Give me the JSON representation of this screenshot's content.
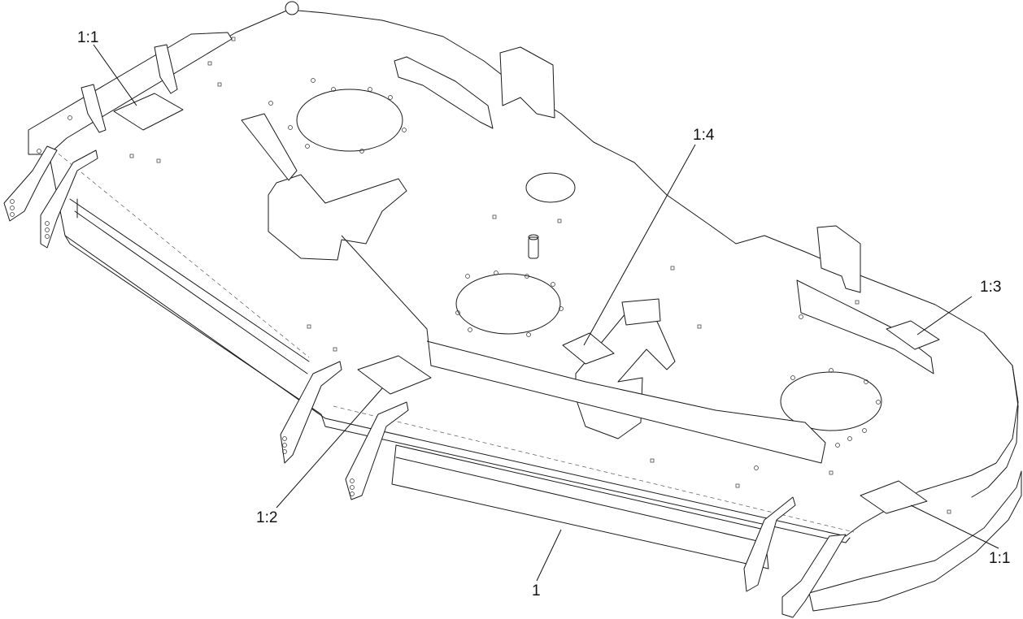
{
  "callouts": {
    "c1": "1",
    "c1_1_top": "1:1",
    "c1_1_bottom": "1:1",
    "c1_2": "1:2",
    "c1_3": "1:3",
    "c1_4": "1:4"
  }
}
